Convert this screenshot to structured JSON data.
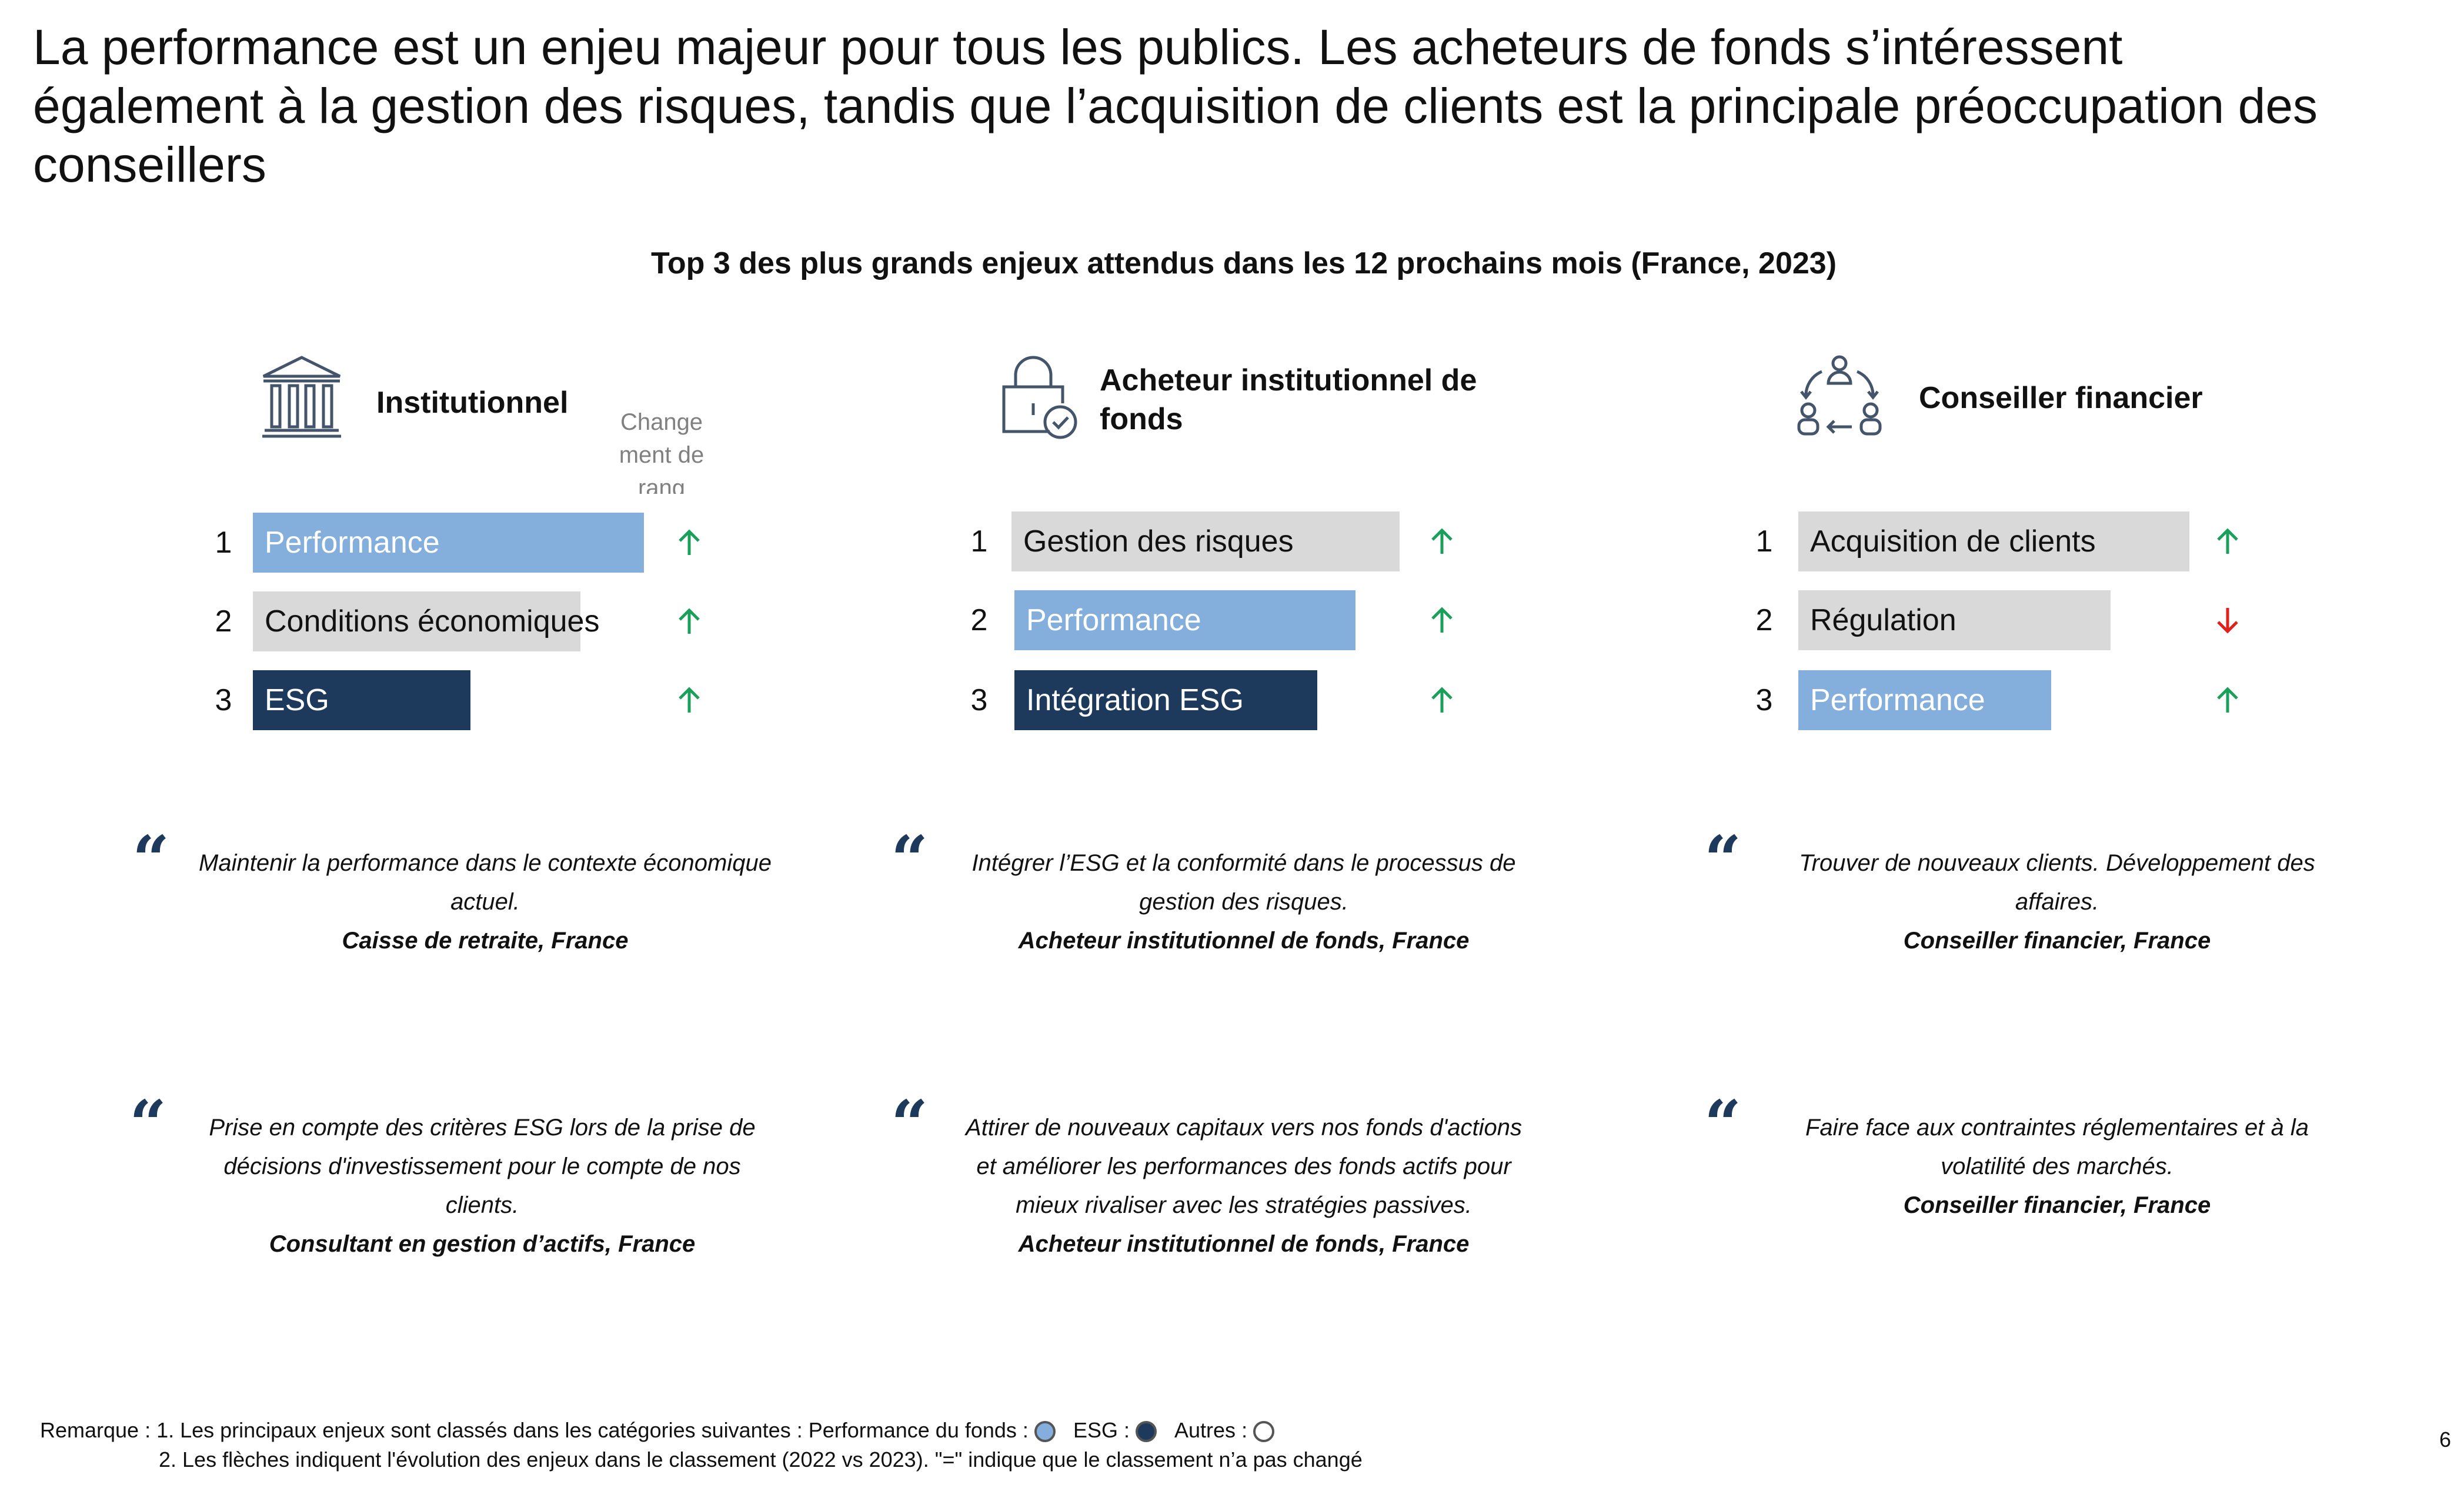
{
  "headline": "La performance est un enjeu majeur pour tous les publics. Les acheteurs de fonds s’intéressent également à la gestion des risques, tandis que l’acquisition de clients est la principale préoccupation des conseillers",
  "subtitle": "Top 3 des plus grands enjeux attendus dans les 12 prochains mois (France, 2023)",
  "change_label": "Change ment de rang",
  "colors": {
    "performance": "#84aedb",
    "esg": "#1d3a5c",
    "other": "#d9d9d9",
    "arrow_up": "#1aa05a",
    "arrow_down": "#e0201b"
  },
  "panels": [
    {
      "title": "Institutionnel",
      "icon": "bank-icon",
      "items": [
        {
          "rank": "1",
          "label": "Performance",
          "category": "performance",
          "change": "up"
        },
        {
          "rank": "2",
          "label": "Conditions économiques",
          "category": "other",
          "change": "up"
        },
        {
          "rank": "3",
          "label": "ESG",
          "category": "esg",
          "change": "up"
        }
      ]
    },
    {
      "title": "Acheteur institutionnel de fonds",
      "icon": "lock-check-icon",
      "items": [
        {
          "rank": "1",
          "label": "Gestion des risques",
          "category": "other",
          "change": "up"
        },
        {
          "rank": "2",
          "label": "Performance",
          "category": "performance",
          "change": "up"
        },
        {
          "rank": "3",
          "label": "Intégration ESG",
          "category": "esg",
          "change": "up"
        }
      ]
    },
    {
      "title": "Conseiller financier",
      "icon": "people-cycle-icon",
      "items": [
        {
          "rank": "1",
          "label": "Acquisition de clients",
          "category": "other",
          "change": "up"
        },
        {
          "rank": "2",
          "label": "Régulation",
          "category": "other",
          "change": "down"
        },
        {
          "rank": "3",
          "label": "Performance",
          "category": "performance",
          "change": "up"
        }
      ]
    }
  ],
  "quotes": [
    {
      "text": "Maintenir la performance dans le contexte économique actuel.",
      "source": "Caisse de retraite, France"
    },
    {
      "text": "Intégrer l’ESG et la conformité dans le processus de gestion des risques.",
      "source": "Acheteur institutionnel de fonds, France"
    },
    {
      "text": "Trouver de nouveaux clients. Développement des affaires.",
      "source": "Conseiller financier, France"
    },
    {
      "text": "Prise en compte des critères ESG lors de la prise de décisions d'investissement pour le compte de nos clients.",
      "source": "Consultant en gestion d’actifs, France"
    },
    {
      "text": "Attirer de nouveaux capitaux vers nos fonds d'actions et améliorer les performances des fonds actifs pour mieux rivaliser avec les stratégies passives.",
      "source": "Acheteur institutionnel de fonds, France"
    },
    {
      "text": "Faire face aux contraintes réglementaires et à la volatilité des marchés.",
      "source": "Conseiller financier, France"
    }
  ],
  "quote_mark": "“",
  "footnote": {
    "line1_prefix": "Remarque : 1. Les principaux enjeux  sont classés dans les catégories suivantes :   Performance du fonds :",
    "legend_esg": "ESG :",
    "legend_autres": "Autres :",
    "line2": "2. Les flèches indiquent l'évolution des enjeux dans le  classement  (2022 vs 2023). \"=\" indique que le classement n’a pas changé"
  },
  "page_number": "6"
}
